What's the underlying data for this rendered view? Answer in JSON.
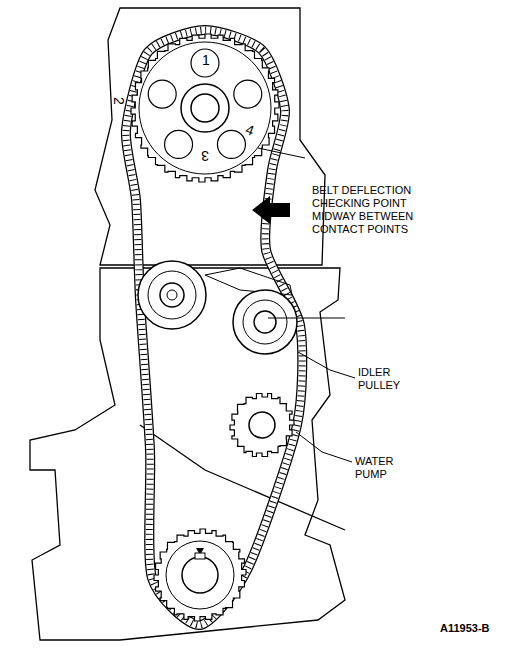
{
  "diagram": {
    "labels": [
      "BELT DEFLECTION CHECKING POINT MIDWAY BETWEEN CONTACT POINTS",
      "IDLER PULLEY",
      "WATER PUMP",
      "1",
      "2",
      "3",
      "4",
      "A11953-B"
    ]
  }
}
